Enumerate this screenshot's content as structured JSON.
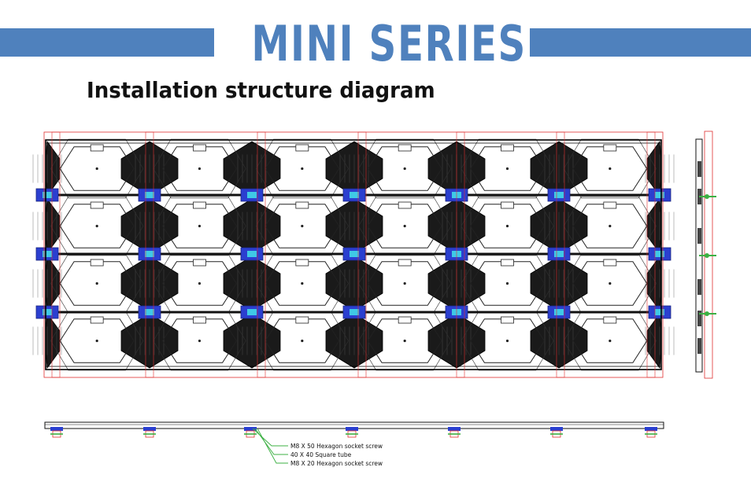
{
  "header": {
    "title": "MINI SERIES",
    "subtitle": "Installation structure diagram"
  },
  "callouts": [
    "M8 X 50 Hexagon socket screw",
    "40 X 40 Square tube",
    "M8 X 20 Hexagon socket screw"
  ],
  "colors": {
    "brand_blue": "#4f81bd",
    "panel_black": "#1a1a1a",
    "guide_red": "#e03030",
    "connector_blue": "#2b3fd0",
    "connector_cyan": "#3fc9e6",
    "bracket_green": "#3cb043"
  },
  "icons": [
    "cabinet-panel-icon",
    "connector-plate-icon",
    "square-tube-icon",
    "socket-screw-icon"
  ]
}
